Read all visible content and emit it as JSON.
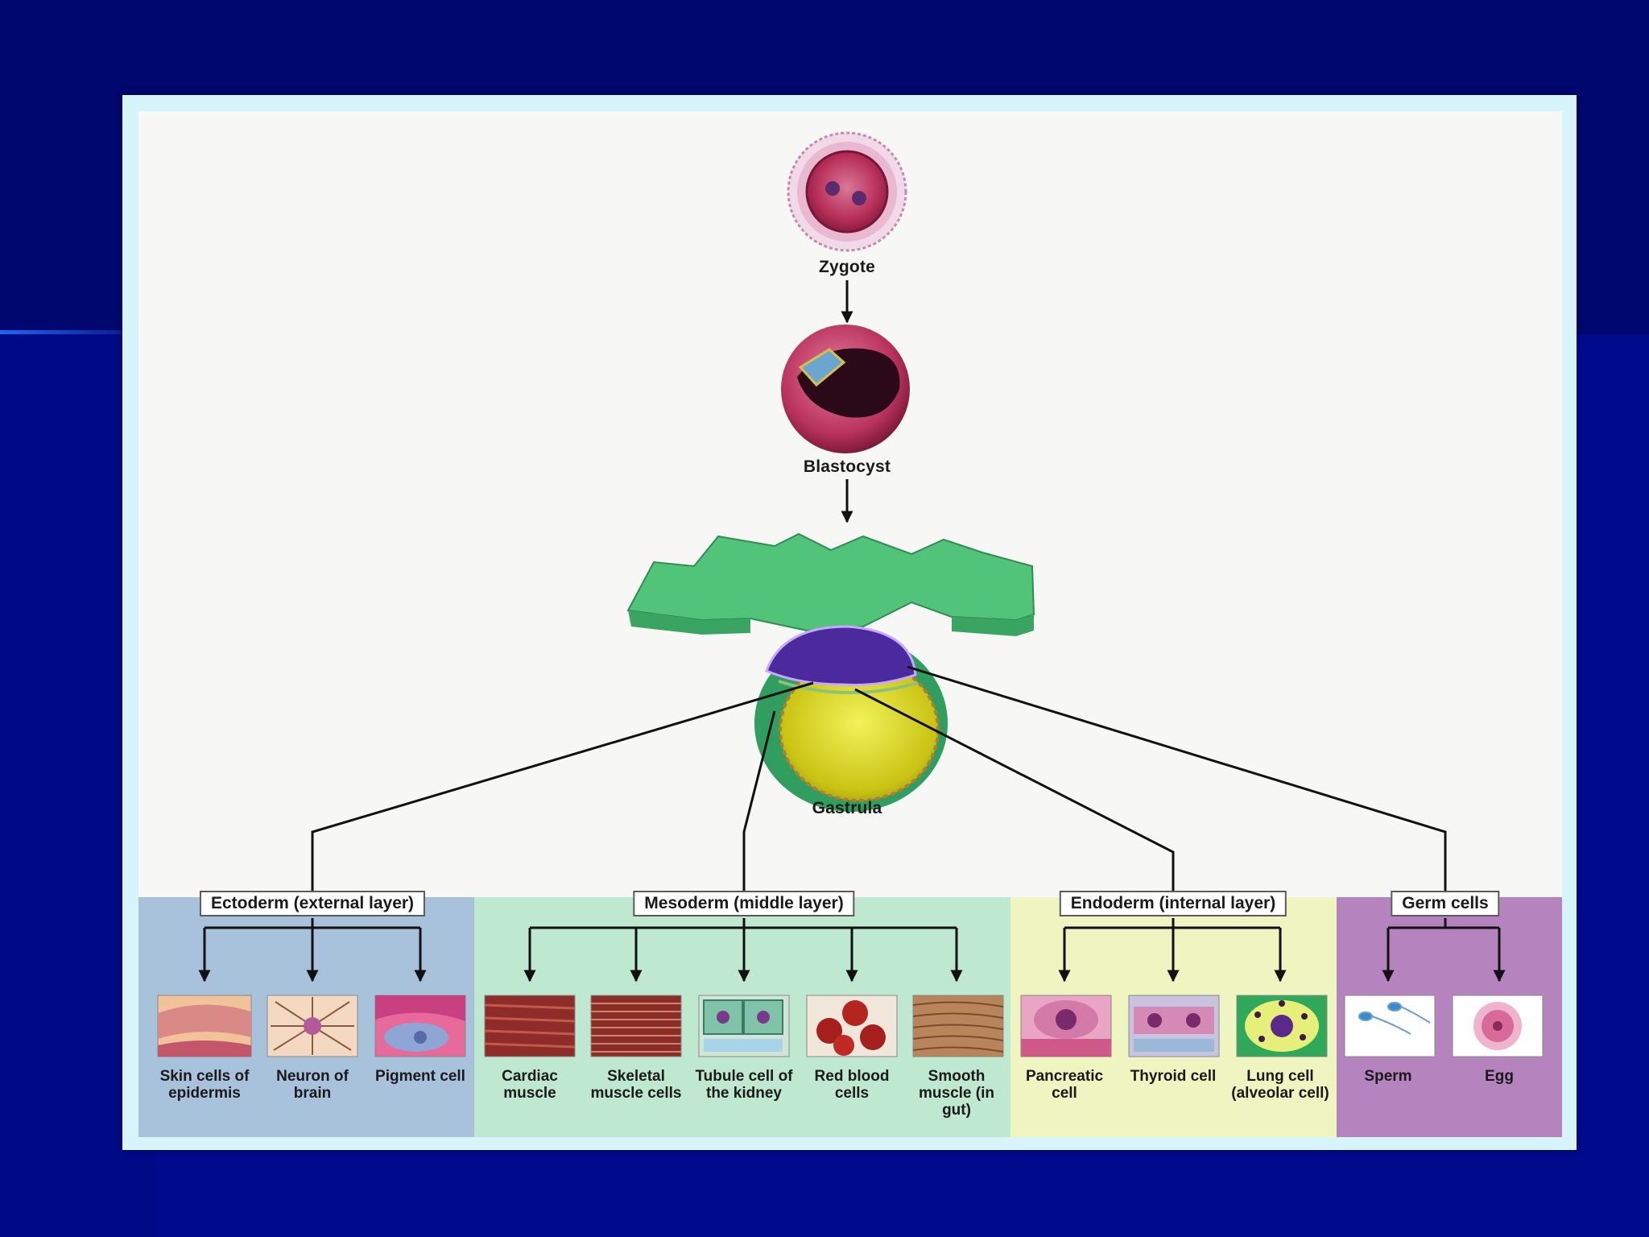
{
  "stages": {
    "zygote": "Zygote",
    "blastocyst": "Blastocyst",
    "gastrula": "Gastrula"
  },
  "layers": {
    "ectoderm": {
      "title": "Ectoderm (external layer)",
      "cells": [
        "Skin cells of epidermis",
        "Neuron of brain",
        "Pigment cell"
      ]
    },
    "mesoderm": {
      "title": "Mesoderm (middle layer)",
      "cells": [
        "Cardiac muscle",
        "Skeletal muscle cells",
        "Tubule cell of the kidney",
        "Red blood cells",
        "Smooth muscle (in gut)"
      ]
    },
    "endoderm": {
      "title": "Endoderm (internal layer)",
      "cells": [
        "Pancreatic cell",
        "Thyroid cell",
        "Lung cell (alveolar cell)"
      ]
    },
    "germ": {
      "title": "Germ cells",
      "cells": [
        "Sperm",
        "Egg"
      ]
    }
  },
  "colors": {
    "ectoderm_bg": "#a9c2dc",
    "mesoderm_bg": "#bfe8d0",
    "endoderm_bg": "#eef5c0",
    "germ_bg": "#b583bd"
  }
}
